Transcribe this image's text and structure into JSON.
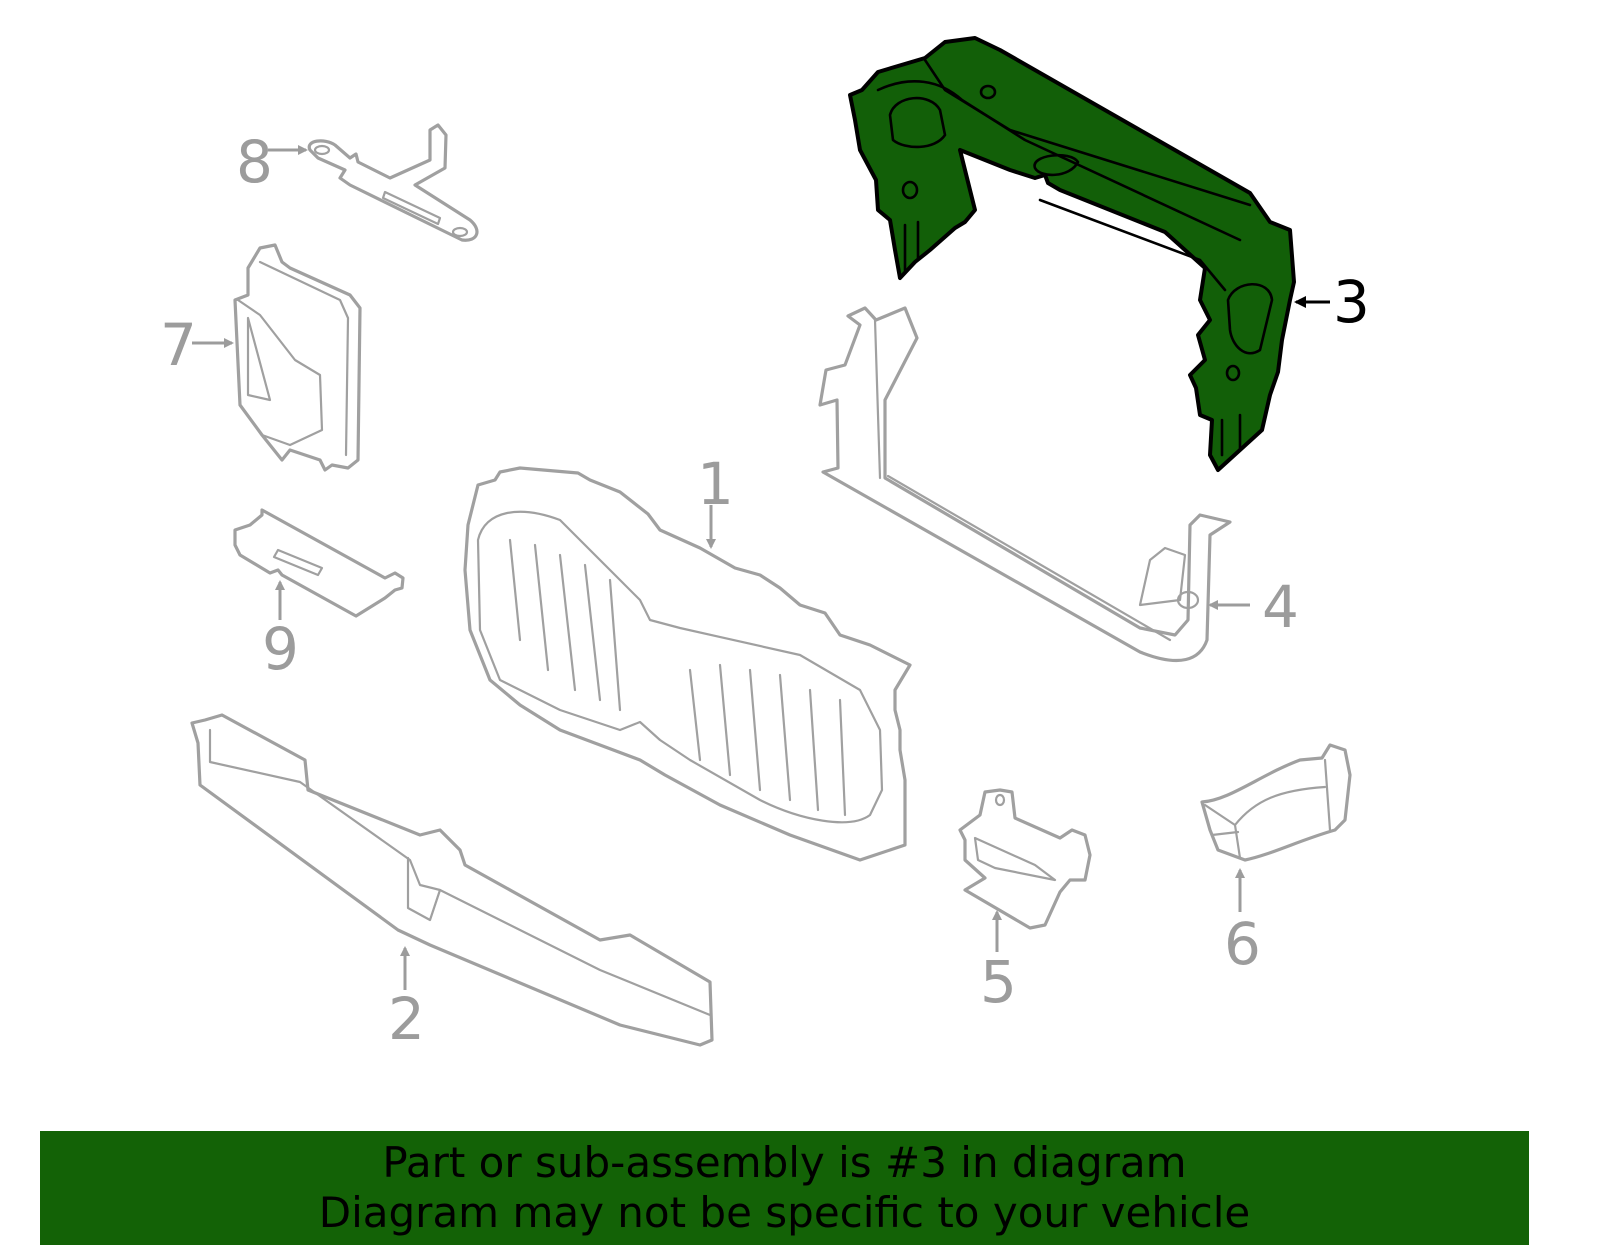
{
  "diagram": {
    "highlighted_part": "3",
    "colors": {
      "highlight_fill": "#125f08",
      "highlight_stroke": "#000000",
      "part_stroke": "#a0a0a0",
      "banner_bg": "#136206"
    },
    "callouts": [
      {
        "id": "1",
        "label": "1"
      },
      {
        "id": "2",
        "label": "2"
      },
      {
        "id": "3",
        "label": "3"
      },
      {
        "id": "4",
        "label": "4"
      },
      {
        "id": "5",
        "label": "5"
      },
      {
        "id": "6",
        "label": "6"
      },
      {
        "id": "7",
        "label": "7"
      },
      {
        "id": "8",
        "label": "8"
      },
      {
        "id": "9",
        "label": "9"
      }
    ]
  },
  "banner": {
    "line1": "Part or sub-assembly is #3 in diagram",
    "line2": "Diagram may not be specific to your vehicle"
  }
}
